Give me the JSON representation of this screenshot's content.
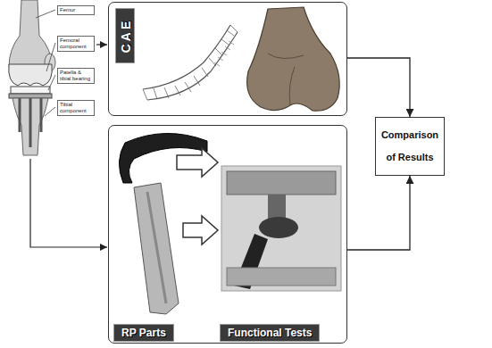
{
  "diagram": {
    "nodes": [
      {
        "text": [
          "Femur"
        ]
      },
      {
        "text": [
          "Femoral component"
        ]
      },
      {
        "text": [
          "Patella & tibial bearing"
        ]
      },
      {
        "text": [
          "Tibial component"
        ]
      },
      {
        "text": [
          "CAE"
        ]
      },
      {
        "text": [
          "RP Parts",
          "Functional Tests"
        ]
      },
      {
        "text": [
          "Comparison of Results"
        ]
      }
    ],
    "edges": [
      {
        "from": 4,
        "to": 6,
        "arrow": "to"
      },
      {
        "from": 5,
        "to": 6,
        "arrow": "to"
      }
    ]
  }
}
